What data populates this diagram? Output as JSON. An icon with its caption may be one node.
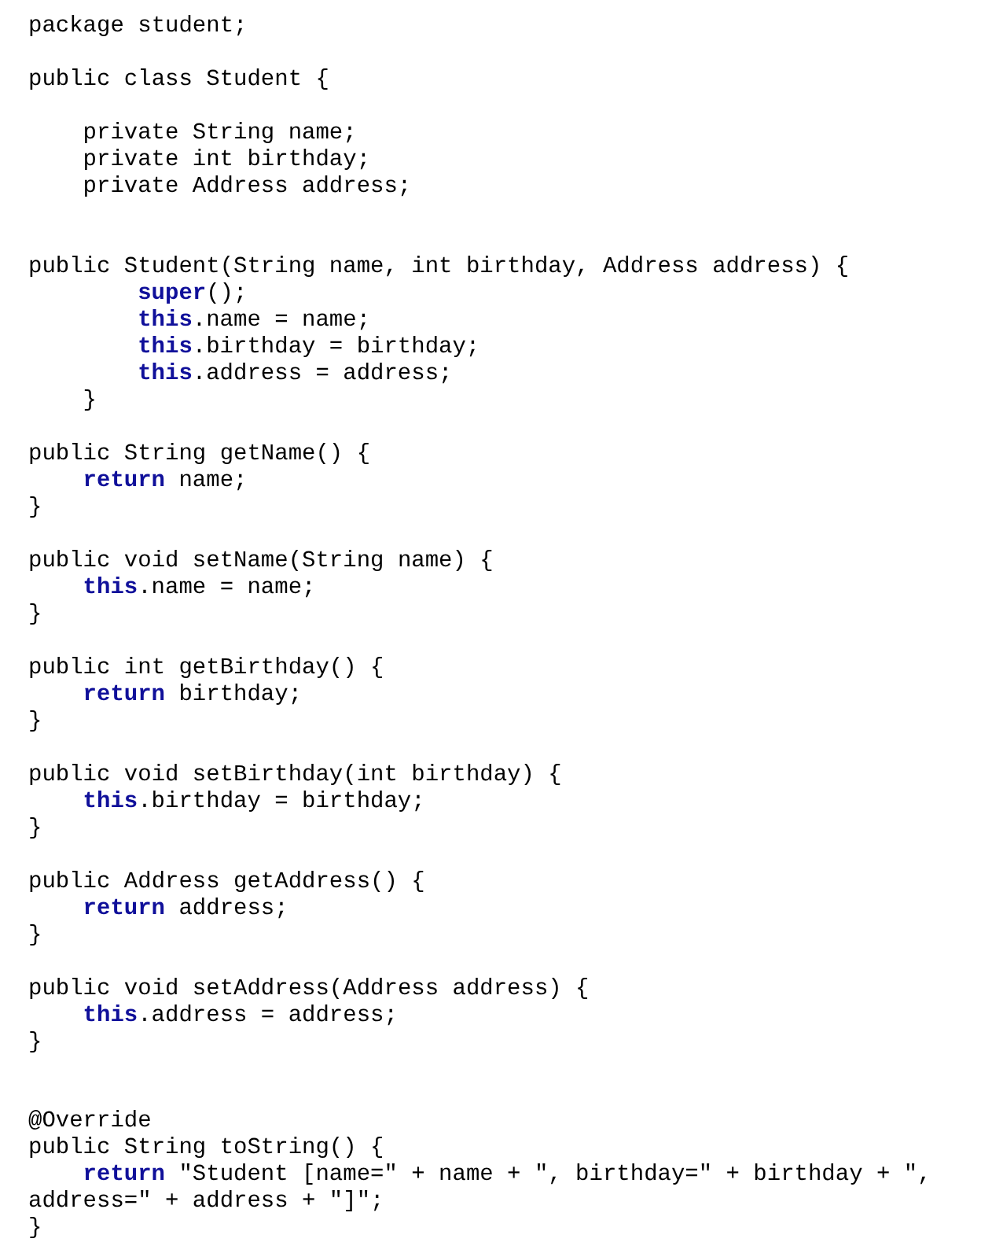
{
  "diagram": {
    "labels": [
      "package student;",
      "public class Student {",
      "private String name;",
      "private int birthday;",
      "private Address address;",
      "public Student(String name, int birthday, Address address) {",
      "**super**();",
      "**this**.name = name;",
      "**this**.birthday = birthday;",
      "**this**.address = address;",
      "}",
      "public String getName() {",
      "**return** name;",
      "}",
      "public void setName(String name) {",
      "**this**.name = name;",
      "}",
      "public int getBirthday() {",
      "**return** birthday;",
      "}",
      "public void setBirthday(int birthday) {",
      "**this**.birthday = birthday;",
      "}",
      "public Address getAddress() {",
      "**return** address;",
      "}",
      "public void setAddress(Address address) {",
      "**this**.address = address;",
      "}",
      "@Override",
      "public String toString() {",
      "**return** \"Student [name=\" + name + \", birthday=\" + birthday + \", address=\" + address + \"]\";",
      "}"
    ]
  }
}
